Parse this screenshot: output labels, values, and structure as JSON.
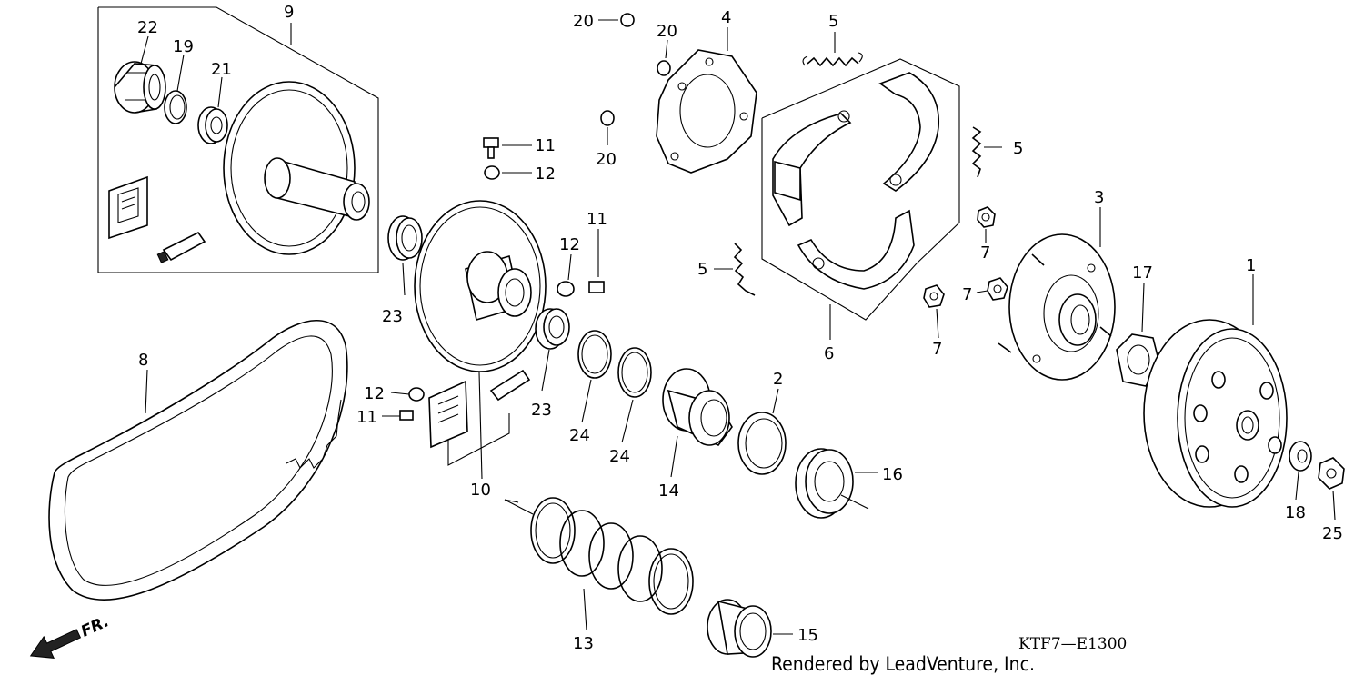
{
  "callouts": [
    {
      "id": "9",
      "label": "9"
    },
    {
      "id": "22",
      "label": "22"
    },
    {
      "id": "19",
      "label": "19"
    },
    {
      "id": "21",
      "label": "21"
    },
    {
      "id": "20a",
      "label": "20"
    },
    {
      "id": "20b",
      "label": "20"
    },
    {
      "id": "20c",
      "label": "20"
    },
    {
      "id": "4",
      "label": "4"
    },
    {
      "id": "5a",
      "label": "5"
    },
    {
      "id": "5b",
      "label": "5"
    },
    {
      "id": "5c",
      "label": "5"
    },
    {
      "id": "11a",
      "label": "11"
    },
    {
      "id": "12a",
      "label": "12"
    },
    {
      "id": "11b",
      "label": "11"
    },
    {
      "id": "12b",
      "label": "12"
    },
    {
      "id": "3",
      "label": "3"
    },
    {
      "id": "7a",
      "label": "7"
    },
    {
      "id": "7b",
      "label": "7"
    },
    {
      "id": "7c",
      "label": "7"
    },
    {
      "id": "17",
      "label": "17"
    },
    {
      "id": "1",
      "label": "1"
    },
    {
      "id": "23a",
      "label": "23"
    },
    {
      "id": "23b",
      "label": "23"
    },
    {
      "id": "6",
      "label": "6"
    },
    {
      "id": "8",
      "label": "8"
    },
    {
      "id": "12c",
      "label": "12"
    },
    {
      "id": "11c",
      "label": "11"
    },
    {
      "id": "24a",
      "label": "24"
    },
    {
      "id": "24b",
      "label": "24"
    },
    {
      "id": "2",
      "label": "2"
    },
    {
      "id": "14",
      "label": "14"
    },
    {
      "id": "16",
      "label": "16"
    },
    {
      "id": "10",
      "label": "10"
    },
    {
      "id": "18",
      "label": "18"
    },
    {
      "id": "25",
      "label": "25"
    },
    {
      "id": "13",
      "label": "13"
    },
    {
      "id": "15",
      "label": "15"
    }
  ],
  "diagram_code": "KTF7—E1300",
  "credit": "Rendered by LeadVenture, Inc.",
  "front_marker": "FR."
}
